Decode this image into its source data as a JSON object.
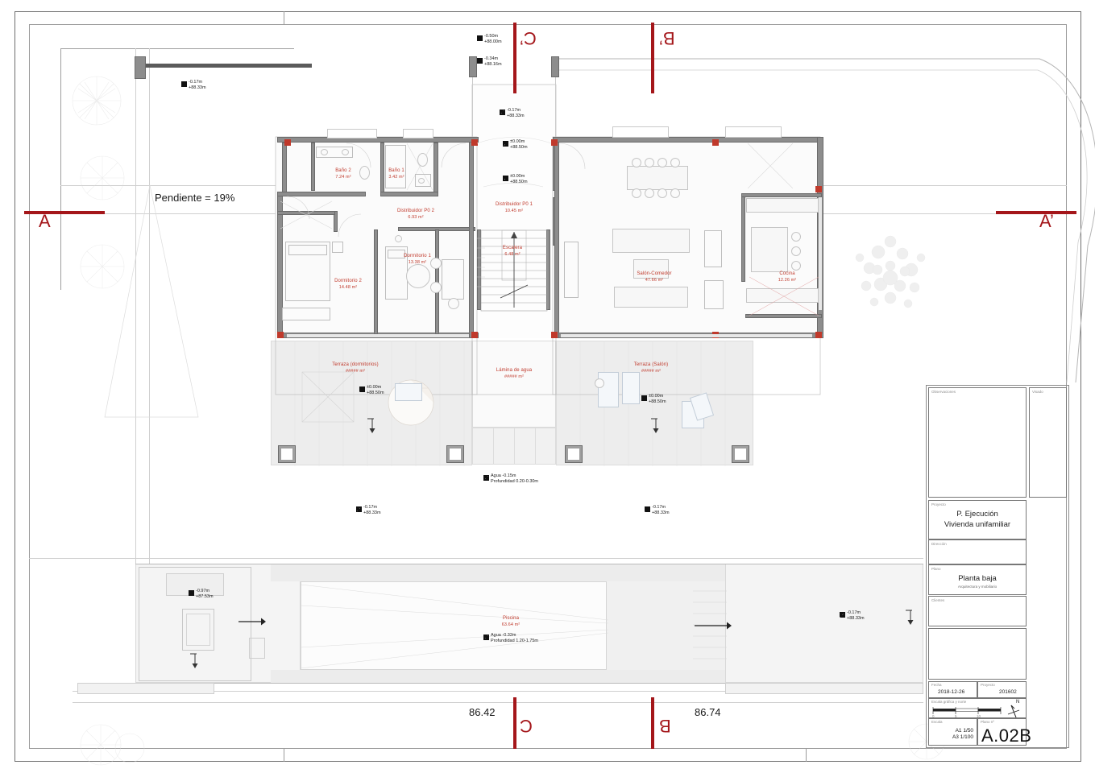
{
  "sheet": {
    "drawing_type": "architectural-floor-plan",
    "slope_note": "Pendiente = 19%",
    "dimensions": {
      "left_value": "86.42",
      "right_value": "86.74"
    }
  },
  "section_marks": [
    {
      "id": "A",
      "label": "A",
      "position": "left"
    },
    {
      "id": "Ap",
      "label": "A’",
      "position": "right"
    },
    {
      "id": "B",
      "label": "B",
      "position": "bottom"
    },
    {
      "id": "Bp",
      "label": "B’",
      "position": "top"
    },
    {
      "id": "C",
      "label": "C",
      "position": "bottom"
    },
    {
      "id": "Cp",
      "label": "C’",
      "position": "top"
    }
  ],
  "rooms": [
    {
      "name": "Baño 2",
      "area": "7.24 m²"
    },
    {
      "name": "Baño 1",
      "area": "3.42 m²"
    },
    {
      "name": "Distribuidor  P0 2",
      "area": "6.93 m²"
    },
    {
      "name": "Distribuidor  P0 1",
      "area": "10.45 m²"
    },
    {
      "name": "Dormitorio 1",
      "area": "13.38 m²"
    },
    {
      "name": "Dormitorio 2",
      "area": "14.48 m²"
    },
    {
      "name": "Escalera",
      "area": "6.48 m²"
    },
    {
      "name": "Salón-Comedor",
      "area": "47.66 m²"
    },
    {
      "name": "Cocina",
      "area": "12.26 m²"
    },
    {
      "name": "Terraza (dormitorios)",
      "area": "##### m²"
    },
    {
      "name": "Lámina de agua",
      "area": "##### m²"
    },
    {
      "name": "Terraza (Salón)",
      "area": "##### m²"
    },
    {
      "name": "Piscina",
      "area": "63.64 m²"
    }
  ],
  "elevations": [
    {
      "rel": "-0.50m",
      "abs": "+88.00m"
    },
    {
      "rel": "-0.34m",
      "abs": "+88.16m"
    },
    {
      "rel": "-0.17m",
      "abs": "+88.33m"
    },
    {
      "rel": "-0.17m",
      "abs": "+88.33m"
    },
    {
      "rel": "±0.00m",
      "abs": "+88.50m"
    },
    {
      "rel": "±0.00m",
      "abs": "+88.50m"
    },
    {
      "rel": "±0.00m",
      "abs": "+88.50m"
    },
    {
      "rel": "±0.00m",
      "abs": "+88.50m"
    },
    {
      "rel": "-0.17m",
      "abs": "+88.33m"
    },
    {
      "rel": "-0.17m",
      "abs": "+88.33m"
    },
    {
      "rel": "-0.97m",
      "abs": "+87.53m"
    },
    {
      "rel": "-0.17m",
      "abs": "+88.33m"
    }
  ],
  "water_notes": [
    {
      "line1": "Agua -0.15m",
      "line2": "Profundidad 0.20-0.30m"
    },
    {
      "line1": "Agua -0.32m",
      "line2": "Profundidad 1.20-1.75m"
    }
  ],
  "title_block": {
    "observaciones_caption": "Observaciones",
    "visado_caption": "Visado",
    "proyecto_caption": "Proyecto",
    "proyecto_line1": "P. Ejecución",
    "proyecto_line2": "Vivienda unifamiliar",
    "direccion_caption": "Dirección",
    "plano_caption": "Plano",
    "plano_title": "Planta baja",
    "plano_subtitle": "Arquitectura y mobiliario",
    "clientes_caption": "Clientes",
    "fecha_caption": "Fecha",
    "fecha_value": "2018-12-26",
    "proyecto_num_caption": "Proyecto",
    "proyecto_num_value": "201602",
    "escala_caption": "Escala gráfica y norte",
    "north_label": "N",
    "scale_ticks": [
      "0",
      "5",
      "10"
    ],
    "escala_label_caption": "Escala",
    "escala_line1": "A1 1/50",
    "escala_line2": "A3 1/100",
    "plano_ref_caption": "Plano nº",
    "plano_ref_value": "A.02B"
  },
  "colors": {
    "section_red": "#a4161a",
    "label_red": "#c0392b",
    "wall_grey": "#8d8d8d",
    "terrace_fill": "#ededed",
    "frame_grey": "#6e6e6e"
  }
}
